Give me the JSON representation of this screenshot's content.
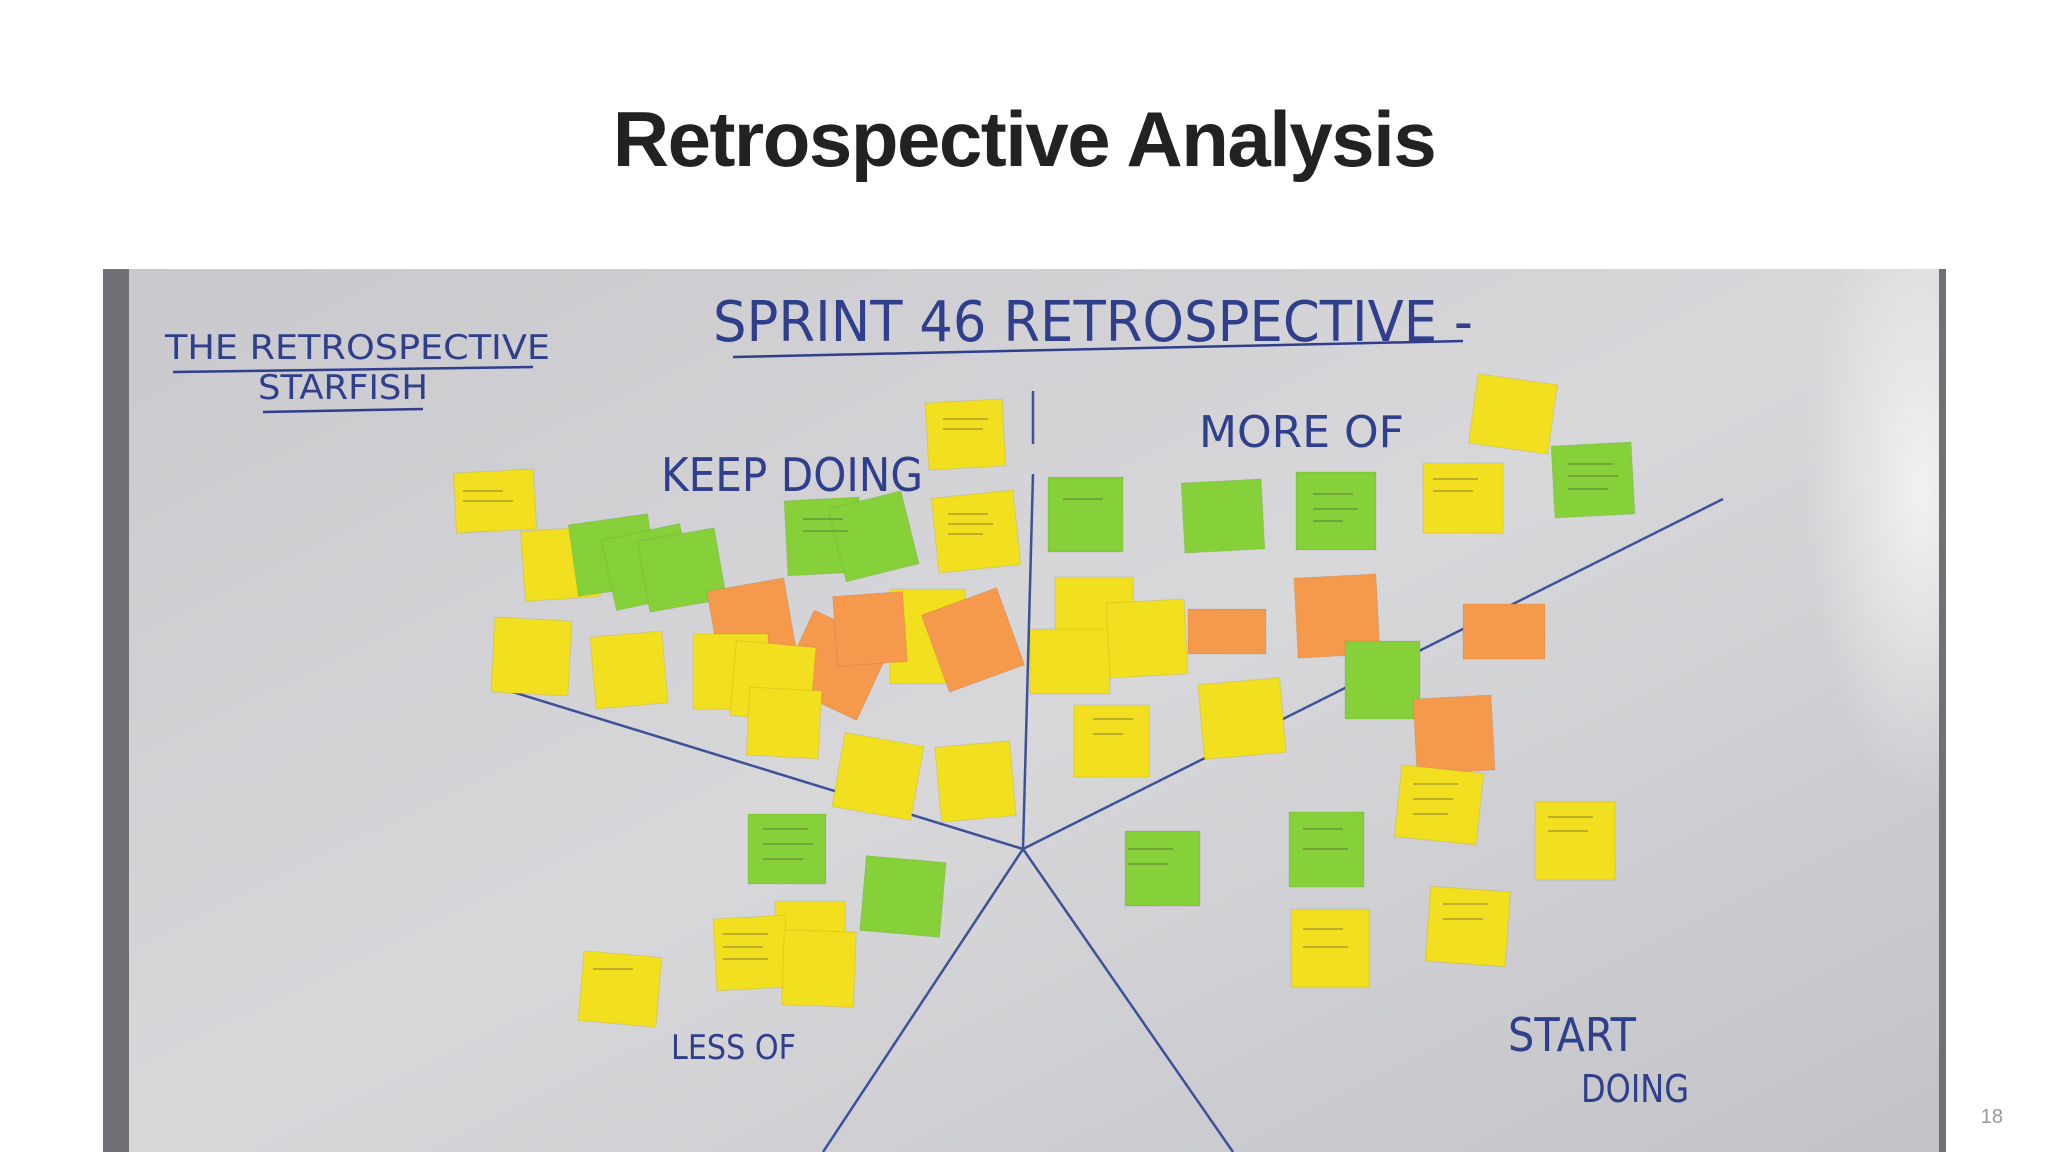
{
  "slide": {
    "title": "Retrospective Analysis",
    "page_number": "18"
  },
  "whiteboard": {
    "heading": "SPRINT 46 RETROSPECTIVE -",
    "side_note_line1": "THE RETROSPECTIVE",
    "side_note_line2": "STARFISH",
    "sections": {
      "keep_doing": "KEEP DOING",
      "more_of": "MORE OF",
      "less_of": "LESS OF",
      "start_doing_line1": "START",
      "start_doing_line2": "DOING"
    },
    "note_colors": {
      "yellow": "#f2df1f",
      "green": "#86d13a",
      "orange": "#f59a4d"
    }
  }
}
